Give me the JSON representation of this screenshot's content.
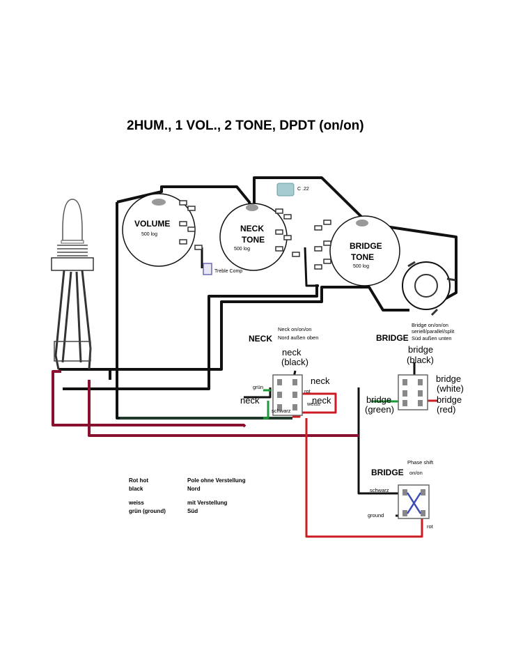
{
  "title": "2HUM., 1 VOL., 2 TONE,    DPDT (on/on)",
  "colors": {
    "wire_black": "#111111",
    "wire_dark_green": "#1f3a2a",
    "wire_red": "#cc1b22",
    "wire_maroon": "#8a1030",
    "wire_green": "#1c9a3a",
    "wire_blue": "#3b4cb5",
    "capacitor": "#a6ccd1"
  },
  "pots": {
    "volume": {
      "label": "VOLUME",
      "value": "500 log"
    },
    "neck_tone": {
      "label_line1": "NECK",
      "label_line2": "TONE",
      "value": "500 log"
    },
    "bridge_tone": {
      "label_line1": "BRIDGE",
      "label_line2": "TONE",
      "value": "500 log"
    }
  },
  "capacitor_label": "C .22",
  "treble_comp_label": "Treble Comp",
  "neck_switch": {
    "heading": "NECK",
    "note_line1": "Neck on/on/on",
    "note_line2": "Nord außen oben",
    "wire_top": "neck",
    "wire_top2": "(black)",
    "wire_right": "neck",
    "wire_left": "neck",
    "wire_lower_right": "neck",
    "gruen": "grün",
    "rot": "rot",
    "weiss": "weiss",
    "schwarz": "schwarz"
  },
  "bridge_switch": {
    "heading": "BRIDGE",
    "note_line1": "Bridge on/on/on",
    "note_line2": "seriell/parallel/split",
    "note_line3": "Süd außen unten",
    "wire_top": "bridge",
    "wire_top2": "(black)",
    "wire_white": "bridge",
    "wire_white2": "(white)",
    "wire_green": "bridge",
    "wire_green2": "(green)",
    "wire_red": "bridge",
    "wire_red2": "(red)"
  },
  "phase_switch": {
    "heading": "BRIDGE",
    "note_line1": "Phase shift",
    "note_line2": "on/on",
    "schwarz": "schwarz",
    "ground": "ground",
    "rot": "rot"
  },
  "legend": {
    "col1": [
      "Rot hot",
      "black",
      "",
      "weiss",
      "grün (ground)"
    ],
    "col2": [
      "Pole ohne Verstellung",
      "Nord",
      "",
      "mit Verstellung",
      "Süd"
    ]
  }
}
